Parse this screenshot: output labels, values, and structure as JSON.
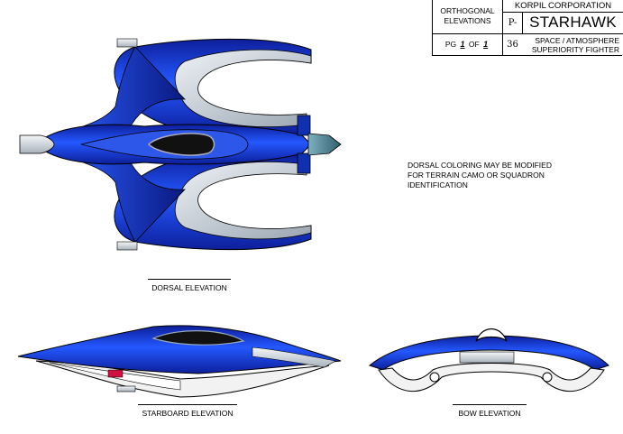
{
  "title_block": {
    "orthogonal_line1": "ORTHOGONAL",
    "orthogonal_line2": "ELEVATIONS",
    "company": "KORPIL CORPORATION",
    "model": "P-36",
    "name": "STARHAWK",
    "page_label": "PG",
    "page_num": "1",
    "page_of": "OF",
    "page_total": "1",
    "role_line1": "SPACE / ATMOSPHERE",
    "role_line2": "SUPERIORITY FIGHTER"
  },
  "note": {
    "line1": "DORSAL COLORING MAY BE MODIFIED",
    "line2": "FOR TERRAIN CAMO OR SQUADRON",
    "line3": "IDENTIFICATION"
  },
  "views": {
    "dorsal": "DORSAL ELEVATION",
    "starboard": "STARBOARD ELEVATION",
    "bow": "BOW ELEVATION"
  },
  "colors": {
    "hull_dark": "#0a1a8a",
    "hull_mid": "#1a44d8",
    "hull_light": "#3a6cff",
    "canopy": "#111111",
    "panel_silver": "#c8d0d8",
    "underside": "#f2f2f2",
    "accent_red": "#d01040"
  }
}
